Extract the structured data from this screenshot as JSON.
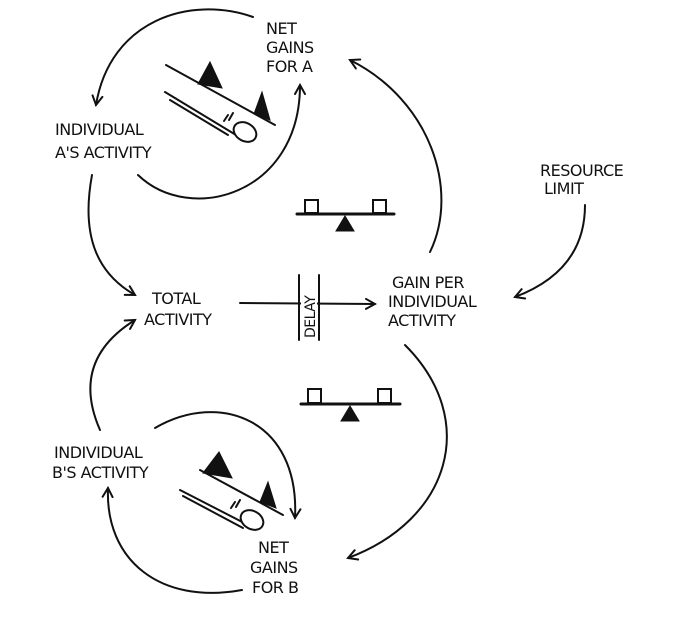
{
  "diagram": {
    "title": "Tragedy of the Commons",
    "nodes": {
      "net_gains_a": [
        "NET",
        "GAINS",
        "FOR A"
      ],
      "individual_a": [
        "INDIVIDUAL",
        "A'S ACTIVITY"
      ],
      "resource_limit": [
        "RESOURCE",
        "LIMIT"
      ],
      "total_activity": [
        "TOTAL",
        "ACTIVITY"
      ],
      "gain_per": [
        "GAIN PER",
        "INDIVIDUAL",
        "ACTIVITY"
      ],
      "individual_b": [
        "INDIVIDUAL",
        "B'S ACTIVITY"
      ],
      "net_gains_b": [
        "NET",
        "GAINS",
        "FOR B"
      ]
    },
    "delay_label": "DELAY",
    "loop_types": {
      "a_loop": "reinforcing (snowball)",
      "b_loop": "reinforcing (snowball)",
      "upper_balance": "balancing (seesaw)",
      "lower_balance": "balancing (seesaw)"
    },
    "colors": {
      "ink": "#111111",
      "background": "#ffffff"
    }
  }
}
